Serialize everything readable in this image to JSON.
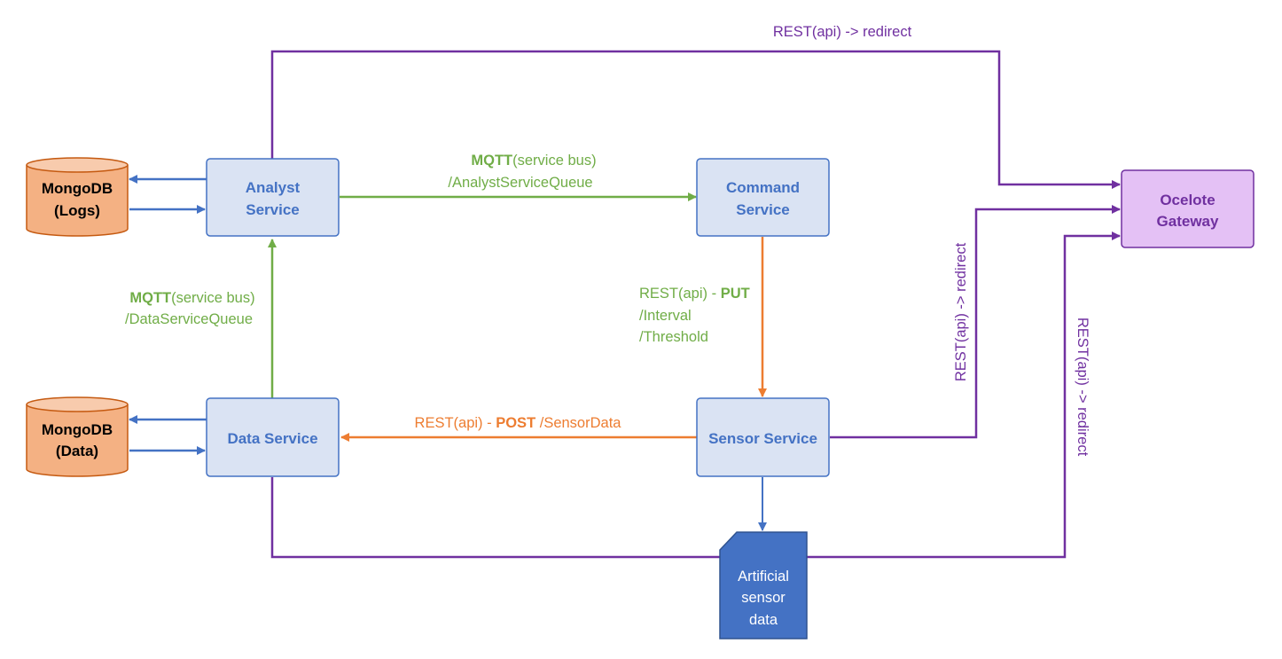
{
  "colors": {
    "service_fill": "#dae3f3",
    "service_stroke": "#4472c4",
    "service_text": "#4472c4",
    "db_fill": "#f4b183",
    "db_stroke": "#c55a11",
    "db_text": "#000000",
    "gateway_fill": "#e4c1f5",
    "gateway_stroke": "#7030a0",
    "gateway_text": "#7030a0",
    "mqtt": "#70ad47",
    "rest": "#ed7d31",
    "redirect": "#7030a0",
    "blue_arrow": "#4472c4",
    "card_fill": "#4472c4",
    "card_text": "#ffffff"
  },
  "nodes": {
    "analyst": {
      "line1": "Analyst",
      "line2": "Service"
    },
    "command": {
      "line1": "Command",
      "line2": "Service"
    },
    "data_service": {
      "label": "Data Service"
    },
    "sensor_service": {
      "label": "Sensor Service"
    },
    "gateway": {
      "line1": "Ocelote",
      "line2": "Gateway"
    },
    "mongo_logs": {
      "line1": "MongoDB",
      "line2": "(Logs)"
    },
    "mongo_data": {
      "line1": "MongoDB",
      "line2": "(Data)"
    },
    "artificial": {
      "line1": "Artificial",
      "line2": "sensor",
      "line3": "data"
    }
  },
  "edges": {
    "top_redirect": "REST(api) -> redirect",
    "mqtt_analyst": {
      "bold": "MQTT",
      "rest": "(service bus)",
      "line2": "/AnalystServiceQueue"
    },
    "mqtt_data": {
      "bold": "MQTT",
      "rest": "(service bus)",
      "line2": "/DataServiceQueue"
    },
    "rest_put": {
      "prefix": "REST(api) - ",
      "bold": "PUT",
      "line2": "/Interval",
      "line3": "/Threshold"
    },
    "rest_post": {
      "prefix": "REST(api) - ",
      "bold": "POST",
      "suffix": " /SensorData"
    },
    "sensor_redirect": "REST(api) -> redirect",
    "artificial_redirect": "REST(api) -> redirect"
  }
}
